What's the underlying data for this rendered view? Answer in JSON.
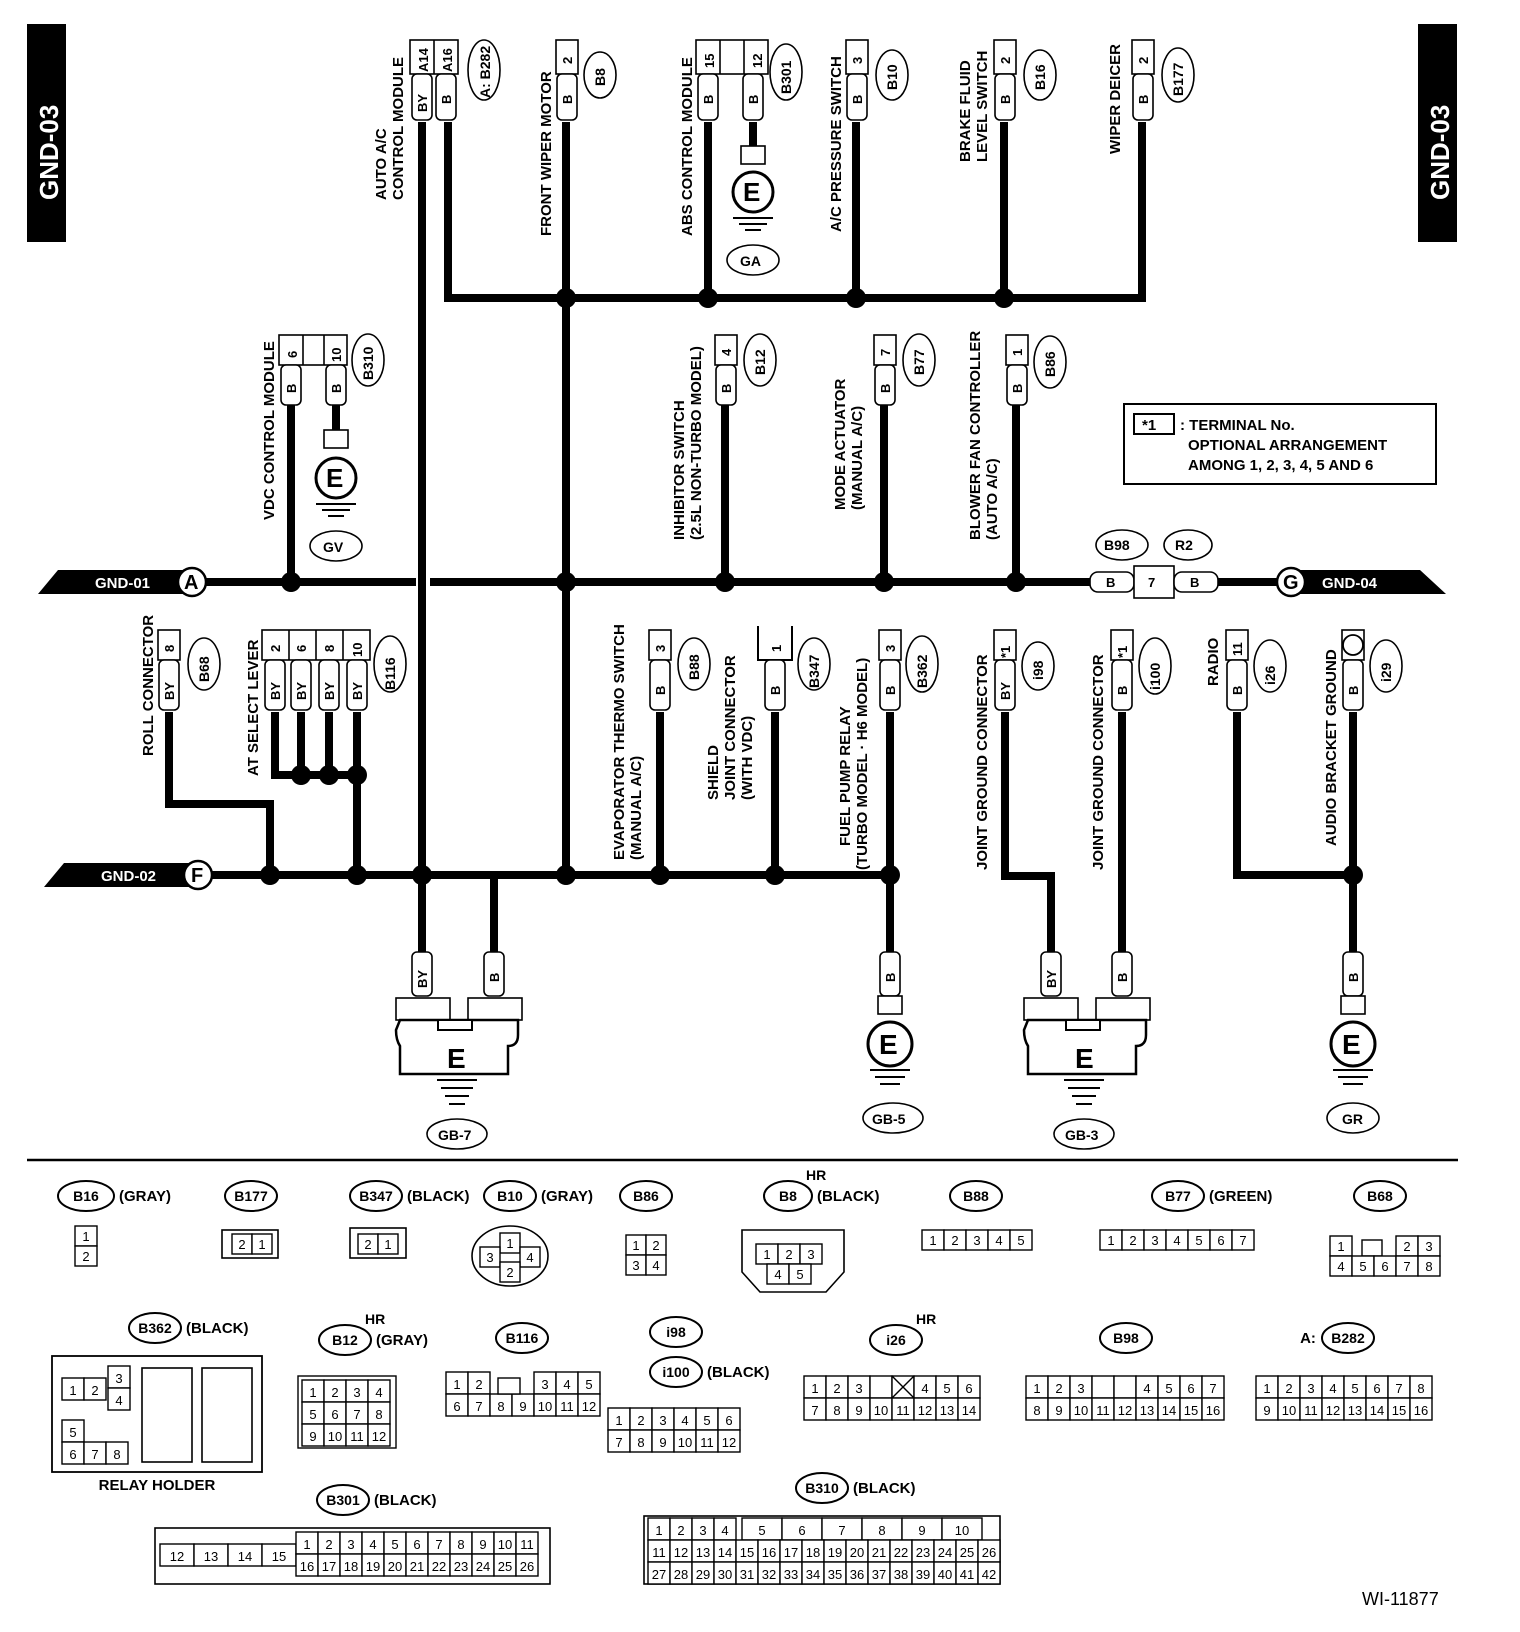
{
  "page_tag": "GND-03",
  "figure_id": "WI-11877",
  "note": {
    "marker": "*1",
    "lines": [
      ": TERMINAL No.",
      "OPTIONAL ARRANGEMENT",
      "AMONG 1, 2, 3, 4, 5 AND 6"
    ]
  },
  "buses": [
    {
      "name": "GND-01",
      "letter": "A"
    },
    {
      "name": "GND-02",
      "letter": "F"
    },
    {
      "name": "GND-04",
      "letter": "G"
    }
  ],
  "inline_connector": {
    "left": "B98",
    "right": "R2",
    "pin": "7",
    "wire_left": "B",
    "wire_right": "B"
  },
  "grounds": [
    "GA",
    "GV",
    "GB-7",
    "GB-5",
    "GB-3",
    "GR"
  ],
  "ground_symbol": "E",
  "components": [
    {
      "label": [
        "AUTO A/C",
        "CONTROL MODULE"
      ],
      "id": "A: B282",
      "pins": [
        "A14",
        "A16"
      ],
      "wires": [
        "BY",
        "B"
      ]
    },
    {
      "label": [
        "FRONT WIPER MOTOR"
      ],
      "id": "B8",
      "pins": [
        "2"
      ],
      "wires": [
        "B"
      ]
    },
    {
      "label": [
        "ABS CONTROL MODULE"
      ],
      "id": "B301",
      "pins": [
        "15",
        "12"
      ],
      "wires": [
        "B",
        "B"
      ]
    },
    {
      "label": [
        "A/C PRESSURE SWITCH"
      ],
      "id": "B10",
      "pins": [
        "3"
      ],
      "wires": [
        "B"
      ]
    },
    {
      "label": [
        "BRAKE FLUID",
        "LEVEL SWITCH"
      ],
      "id": "B16",
      "pins": [
        "2"
      ],
      "wires": [
        "B"
      ]
    },
    {
      "label": [
        "WIPER DEICER"
      ],
      "id": "B177",
      "pins": [
        "2"
      ],
      "wires": [
        "B"
      ]
    },
    {
      "label": [
        "VDC CONTROL MODULE"
      ],
      "id": "B310",
      "pins": [
        "6",
        "10"
      ],
      "wires": [
        "B",
        "B"
      ]
    },
    {
      "label": [
        "INHIBITOR SWITCH",
        "(2.5L NON-TURBO MODEL)"
      ],
      "id": "B12",
      "pins": [
        "4"
      ],
      "wires": [
        "B"
      ]
    },
    {
      "label": [
        "MODE ACTUATOR",
        "(MANUAL A/C)"
      ],
      "id": "B77",
      "pins": [
        "7"
      ],
      "wires": [
        "B"
      ]
    },
    {
      "label": [
        "BLOWER FAN CONTROLLER",
        "(AUTO A/C)"
      ],
      "id": "B86",
      "pins": [
        "1"
      ],
      "wires": [
        "B"
      ]
    },
    {
      "label": [
        "ROLL CONNECTOR"
      ],
      "id": "B68",
      "pins": [
        "8"
      ],
      "wires": [
        "BY"
      ]
    },
    {
      "label": [
        "AT SELECT LEVER"
      ],
      "id": "B116",
      "pins": [
        "2",
        "6",
        "8",
        "10"
      ],
      "wires": [
        "BY",
        "BY",
        "BY",
        "BY"
      ]
    },
    {
      "label": [
        "EVAPORATOR THERMO SWITCH",
        "(MANUAL A/C)"
      ],
      "id": "B88",
      "pins": [
        "3"
      ],
      "wires": [
        "B"
      ]
    },
    {
      "label": [
        "SHIELD",
        "JOINT CONNECTOR",
        "(WITH VDC)"
      ],
      "id": "B347",
      "pins": [
        "1"
      ],
      "wires": [
        "B"
      ]
    },
    {
      "label": [
        "FUEL PUMP RELAY",
        "(TURBO MODEL · H6 MODEL)"
      ],
      "id": "B362",
      "pins": [
        "3"
      ],
      "wires": [
        "B"
      ]
    },
    {
      "label": [
        "JOINT GROUND CONNECTOR"
      ],
      "id": "i98",
      "pins": [
        "*1"
      ],
      "wires": [
        "BY"
      ]
    },
    {
      "label": [
        "JOINT GROUND CONNECTOR"
      ],
      "id": "i100",
      "pins": [
        "*1"
      ],
      "wires": [
        "B"
      ]
    },
    {
      "label": [
        "RADIO"
      ],
      "id": "i26",
      "pins": [
        "11"
      ],
      "wires": [
        "B"
      ]
    },
    {
      "label": [
        "AUDIO BRACKET GROUND"
      ],
      "id": "i29",
      "pins": [
        ""
      ],
      "wires": [
        "B"
      ]
    }
  ],
  "ground_wires": {
    "gb7": [
      "BY",
      "B"
    ],
    "gb5": [
      "B"
    ],
    "gb3": [
      "BY",
      "B"
    ],
    "gr": [
      "B"
    ]
  },
  "connector_views": [
    {
      "id": "B16",
      "color": "(GRAY)"
    },
    {
      "id": "B177",
      "color": ""
    },
    {
      "id": "B347",
      "color": "(BLACK)"
    },
    {
      "id": "B10",
      "color": "(GRAY)"
    },
    {
      "id": "B86",
      "color": ""
    },
    {
      "id": "B8",
      "color": "(BLACK)",
      "hr": "HR"
    },
    {
      "id": "B88",
      "color": ""
    },
    {
      "id": "B77",
      "color": "(GREEN)"
    },
    {
      "id": "B68",
      "color": ""
    },
    {
      "id": "B362",
      "color": "(BLACK)",
      "caption": "RELAY HOLDER"
    },
    {
      "id": "B12",
      "color": "(GRAY)",
      "hr": "HR"
    },
    {
      "id": "B116",
      "color": ""
    },
    {
      "id": "i98",
      "color": ""
    },
    {
      "id": "i100",
      "color": "(BLACK)"
    },
    {
      "id": "i26",
      "color": "",
      "hr": "HR"
    },
    {
      "id": "B98",
      "color": ""
    },
    {
      "id": "B282",
      "color": "",
      "prefix": "A:"
    },
    {
      "id": "B301",
      "color": "(BLACK)"
    },
    {
      "id": "B310",
      "color": "(BLACK)"
    }
  ]
}
